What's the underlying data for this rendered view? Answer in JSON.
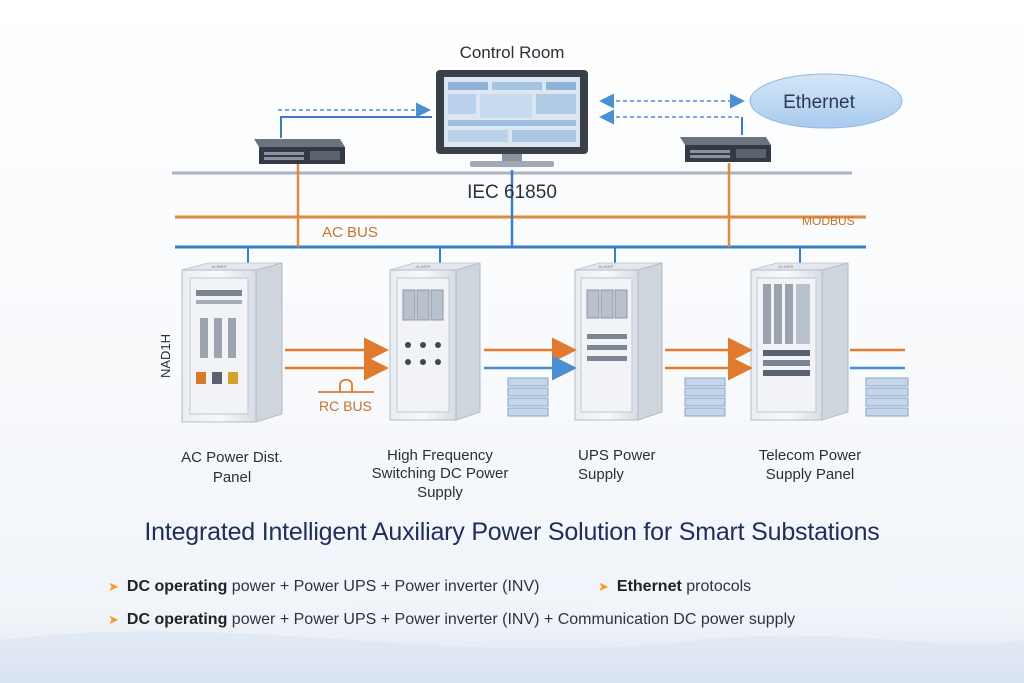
{
  "nodes": {
    "control_room": "Control Room",
    "ethernet": "Ethernet",
    "iec": "IEC 61850",
    "ac_bus": "AC BUS",
    "modbus": "MODBUS",
    "rc_bus": "RC BUS",
    "side_label": "NAD1H",
    "cab1_tag": "ALIMER",
    "cab2_tag": "ALIMER",
    "cab3_tag": "ALIMER",
    "cab4_tag": "ALIMER"
  },
  "cabinets": [
    {
      "line1": "AC Power Dist.",
      "line2": "Panel",
      "line3": ""
    },
    {
      "line1": "High Frequency",
      "line2": "Switching DC Power",
      "line3": "Supply"
    },
    {
      "line1": "UPS Power",
      "line2": "Supply",
      "line3": ""
    },
    {
      "line1": "Telecom Power",
      "line2": "Supply Panel",
      "line3": ""
    }
  ],
  "title": "Integrated Intelligent Auxiliary Power Solution for Smart Substations",
  "bullets": [
    {
      "lead": "DC operating",
      "rest": " power + Power UPS + Power inverter (INV)"
    },
    {
      "lead": "Ethernet",
      "rest": " protocols"
    },
    {
      "lead": "DC operating",
      "rest": " power + Power UPS + Power inverter (INV) + Communication DC power supply"
    }
  ],
  "colors": {
    "blue_line": "#3b7cc6",
    "orange_line": "#e08a3a",
    "gray_line": "#a9b2c0",
    "title": "#1f2d5a",
    "bullet_arrow": "#f0a020"
  }
}
